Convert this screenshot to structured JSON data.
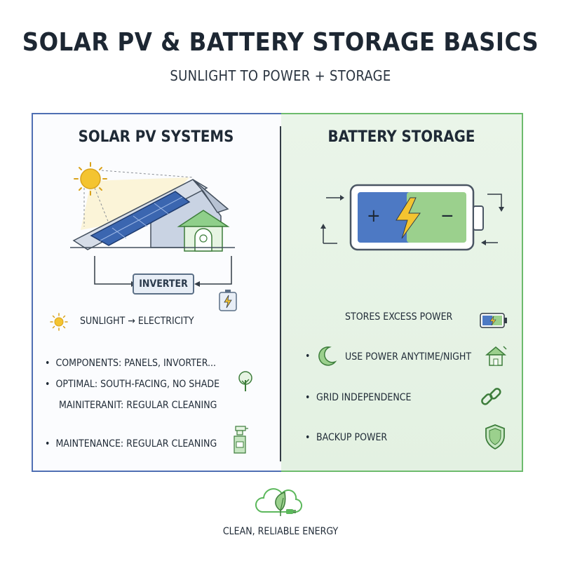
{
  "header": {
    "title": "SOLAR PV & BATTERY STORAGE BASICS",
    "subtitle": "SUNLIGHT TO POWER + STORAGE"
  },
  "solar_panel": {
    "title": "SOLAR PV SYSTEMS",
    "inverter_label": "INVERTER",
    "flow_text": "SUNLIGHT → ELECTRICITY",
    "bullets": [
      "COMPONENTS: PANELS, INVORTER...",
      "OPTIMAL: SOUTH-FACING, NO SHADE",
      "MAINITERANIT: REGULAR CLEANING",
      "MAINTENANCE: REGULAR CLEANING"
    ]
  },
  "battery_panel": {
    "title": "BATTERY STORAGE",
    "plus": "+",
    "minus": "−",
    "items": [
      "STORES EXCESS POWER",
      "USE POWER ANYTIME/NIGHT",
      "GRID INDEPENDENCE",
      "BACKUP POWER"
    ]
  },
  "footer": {
    "tagline": "CLEAN, RELIABLE ENERGY"
  },
  "colors": {
    "solar_frame": "#4f6fb3",
    "battery_frame": "#6dbb6d",
    "battery_bg": "#e3f1e2",
    "sun": "#f4c430",
    "panel": "#3b66b0",
    "leaf_green": "#5cb85c"
  },
  "icons": {
    "sun": "sun-icon",
    "moon": "moon-icon",
    "house": "house-icon",
    "link": "link-icon",
    "shield": "shield-icon",
    "tree": "tree-icon",
    "spray": "spray-bottle-icon",
    "battery": "battery-icon",
    "cloud_leaf": "cloud-leaf-plug-icon"
  }
}
